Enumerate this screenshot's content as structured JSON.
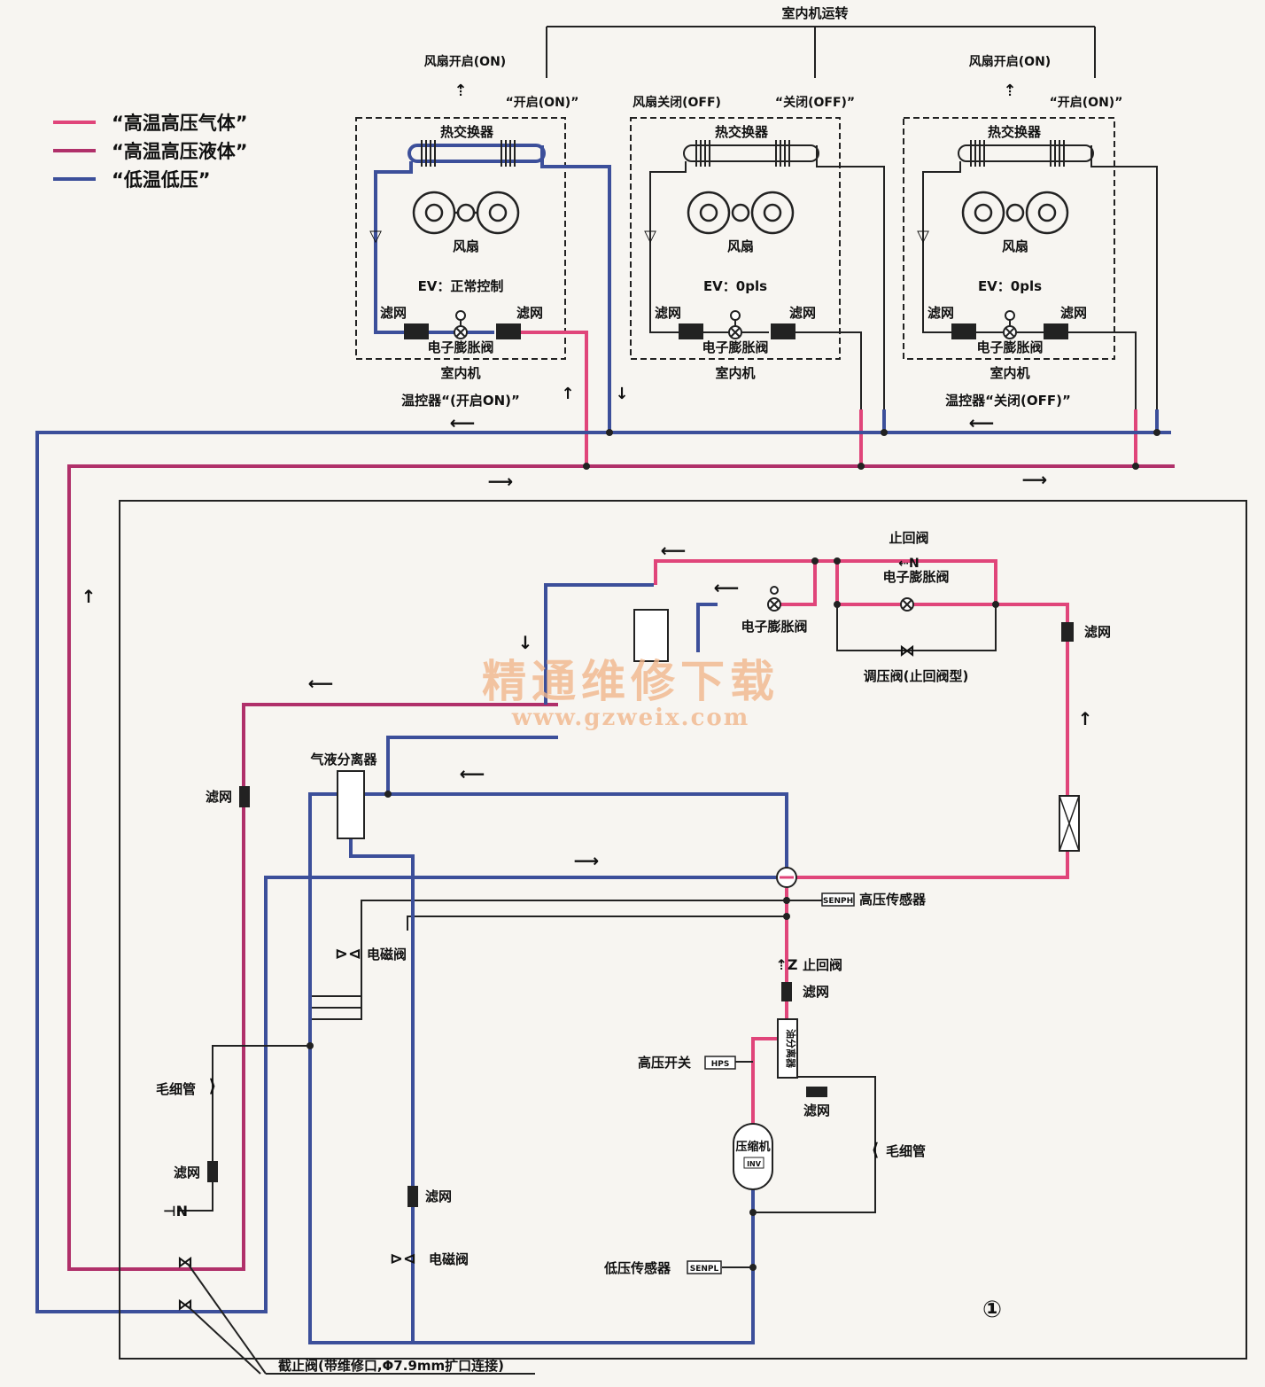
{
  "colors": {
    "hot_gas": "#e0457a",
    "hot_liquid": "#b0306a",
    "low_temp": "#3c4f9a",
    "line": "#222222",
    "watermark": "#f1b78d",
    "background": "#f7f5f1"
  },
  "legend": [
    {
      "label": "“高温高压气体”",
      "color": "#e0457a"
    },
    {
      "label": "“高温高压液体”",
      "color": "#b0306a"
    },
    {
      "label": "“低温低压”",
      "color": "#3c4f9a"
    }
  ],
  "top_label": "室内机运转",
  "indoor_units": [
    {
      "fan_label": "风扇开启(ON)",
      "state_label": "“开启(ON)”",
      "hx_label": "热交换器",
      "fan_name": "风扇",
      "ev_label": "EV：正常控制",
      "filter_left": "滤网",
      "filter_right": "滤网",
      "valve_label": "电子膨胀阀",
      "unit_label": "室内机",
      "thermostat": "温控器“(开启ON)”"
    },
    {
      "fan_label": "风扇关闭(OFF)",
      "state_label": "“关闭(OFF)”",
      "hx_label": "热交换器",
      "fan_name": "风扇",
      "ev_label": "EV：0pls",
      "filter_left": "滤网",
      "filter_right": "滤网",
      "valve_label": "电子膨胀阀",
      "unit_label": "室内机",
      "thermostat": ""
    },
    {
      "fan_label": "风扇开启(ON)",
      "state_label": "“开启(ON)”",
      "hx_label": "热交换器",
      "fan_name": "风扇",
      "ev_label": "EV：0pls",
      "filter_left": "滤网",
      "filter_right": "滤网",
      "valve_label": "电子膨胀阀",
      "unit_label": "室内机",
      "thermostat": "温控器“关闭(OFF)”"
    }
  ],
  "outdoor": {
    "check_valve_top": "止回阀",
    "exv_top": "电子膨胀阀",
    "exv_mid": "电子膨胀阀",
    "pressure_valve": "调压阀(止回阀型)",
    "filter_right": "滤网",
    "separator": "气液分离器",
    "filter_left": "滤网",
    "solenoid_1": "电磁阀",
    "capillary_left": "毛细管",
    "filter_left_low": "滤网",
    "filter_mid": "滤网",
    "solenoid_2": "电磁阀",
    "hp_sensor_tag": "SENPH",
    "hp_sensor": "高压传感器",
    "check_valve": "止回阀",
    "filter_check": "滤网",
    "oil_separator": "油分离器",
    "hp_switch": "高压开关",
    "hp_switch_tag": "HPS",
    "filter_oil": "滤网",
    "capillary_right": "毛细管",
    "compressor": "压缩机",
    "compressor_tag": "INV",
    "lp_sensor": "低压传感器",
    "lp_sensor_tag": "SENPL",
    "stop_valve": "截止阀(带维修口,Φ7.9mm扩口连接)",
    "circle_number": "①"
  },
  "watermark": {
    "cn": "精通维修下载",
    "url": "www.gzweix.com"
  }
}
